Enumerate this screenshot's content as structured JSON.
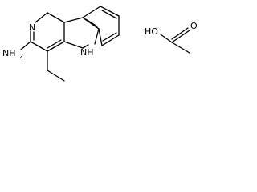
{
  "molecule": {
    "labels": {
      "ring_nitrogen": "N",
      "amine": "NH",
      "amine_h2": "2",
      "indole_nh": "NH",
      "acid_oxygen": "O",
      "acid_hydroxyl": "HO"
    }
  },
  "colors": {
    "bond": "#000000",
    "text": "#000000",
    "background": "#ffffff"
  }
}
